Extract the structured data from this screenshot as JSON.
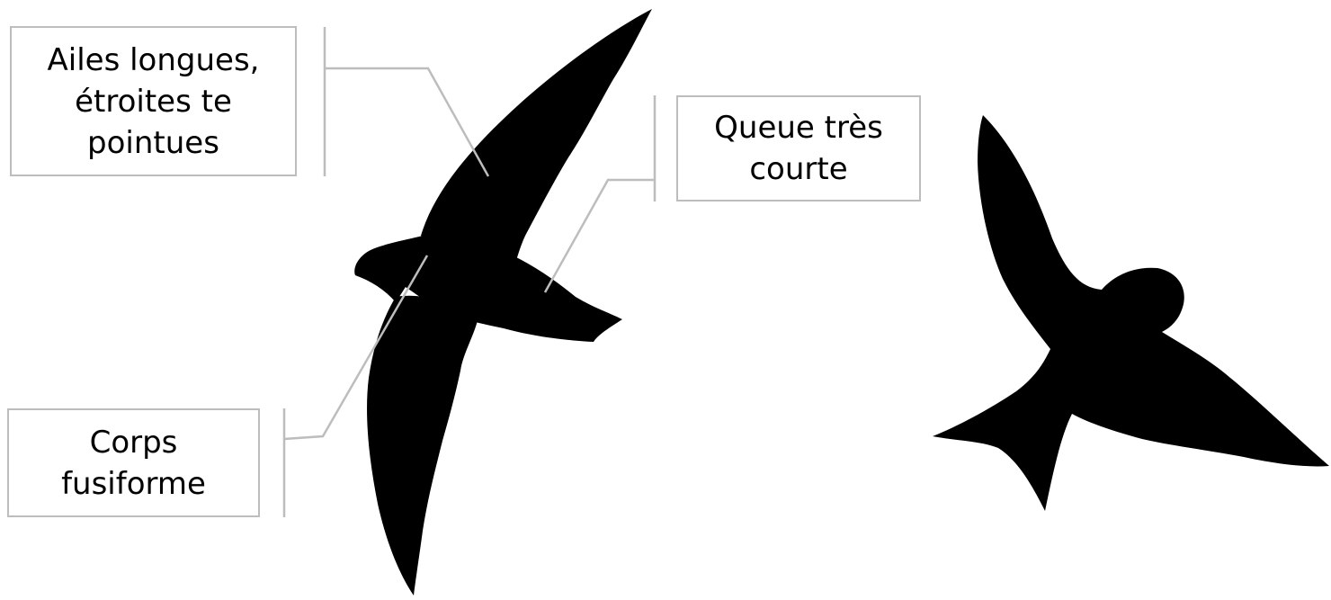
{
  "labels": {
    "wings": "Ailes longues,\nétroites te\npointues",
    "tail": "Queue très\ncourte",
    "body": "Corps\nfusiforme"
  },
  "colors": {
    "silhouette": "#000000",
    "leader_line": "#bdbdbd",
    "box_border": "#bdbdbd",
    "background": "#ffffff"
  }
}
